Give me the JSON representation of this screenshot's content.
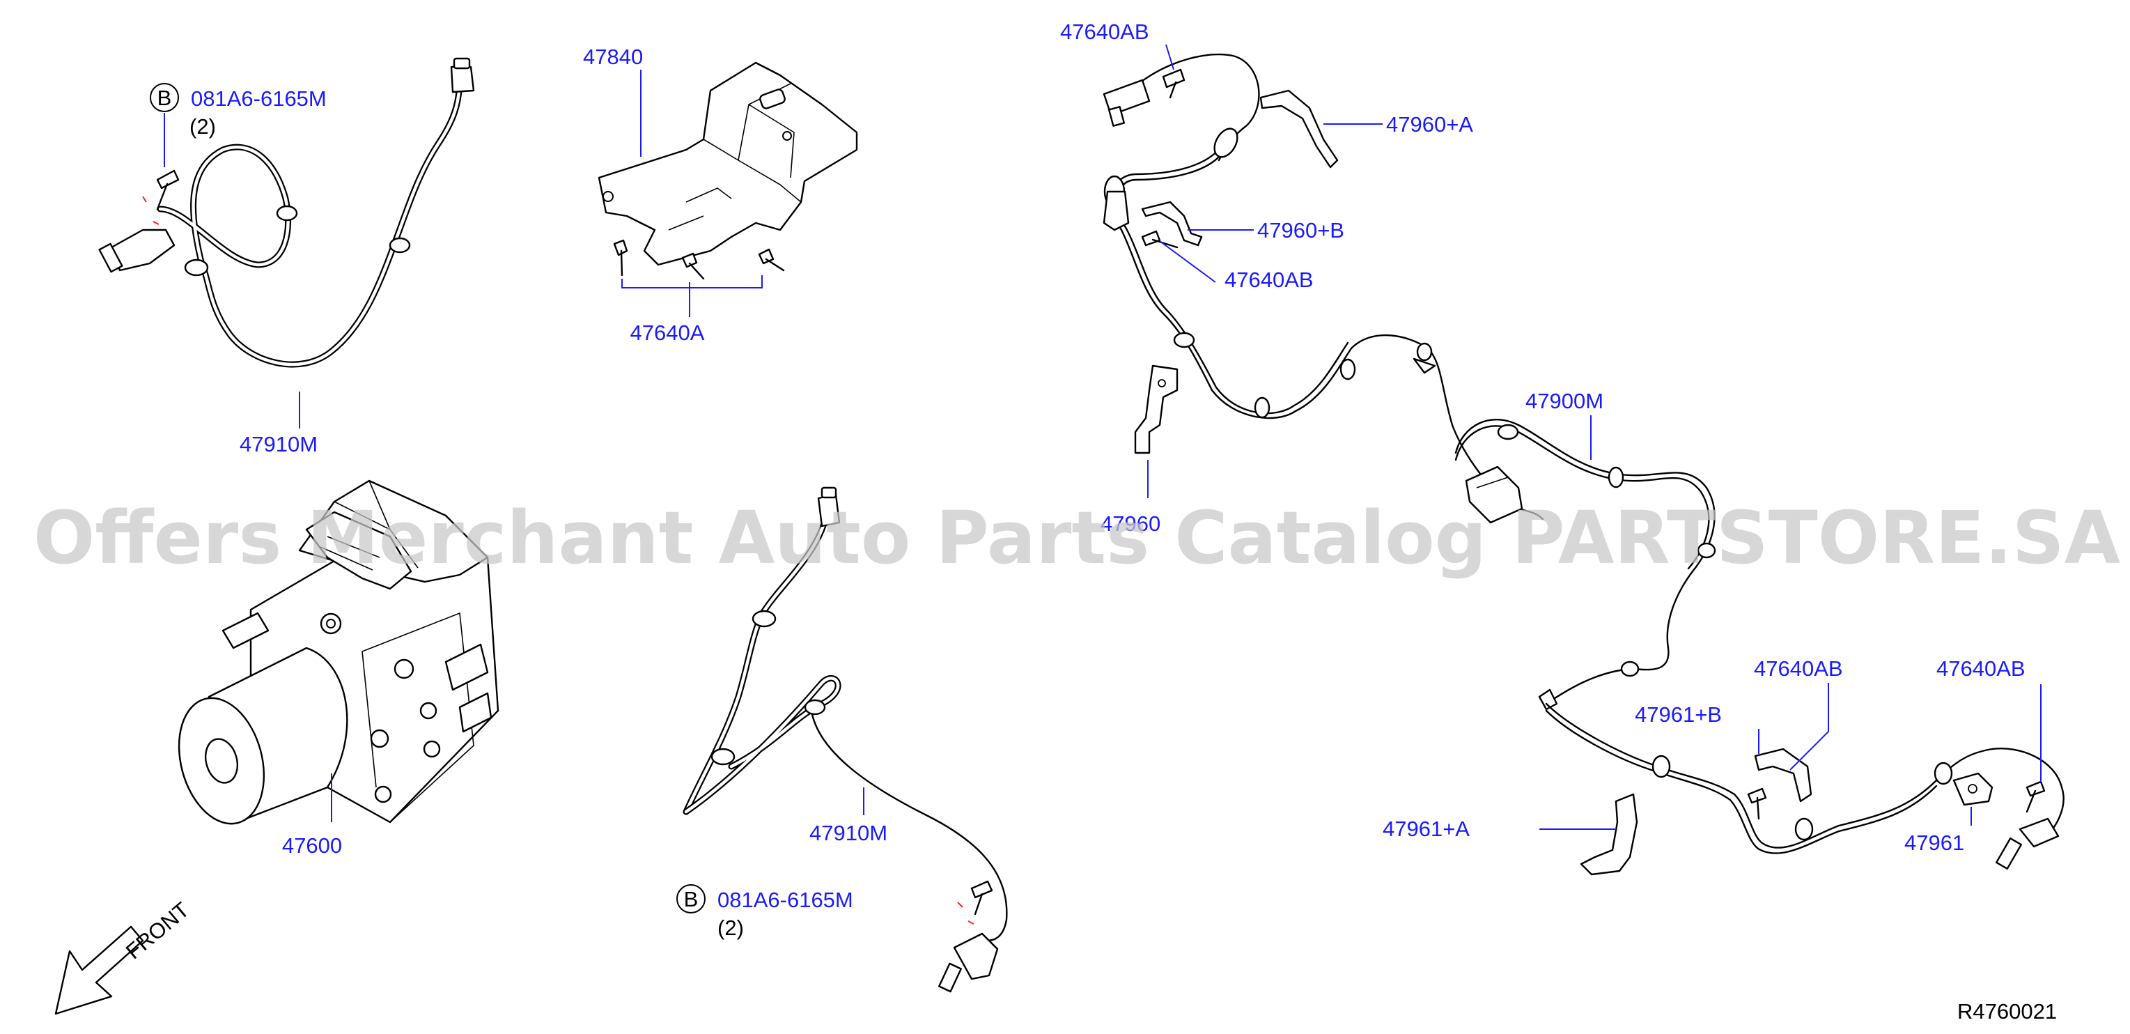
{
  "labels": {
    "p47910m_top": "47910M",
    "bolt_b_top": "081A6-6165M",
    "bolt_b_top_qty": "(2)",
    "circle_b": "B",
    "p47840": "47840",
    "p47640a": "47640A",
    "p47600": "47600",
    "p47910m_bottom": "47910M",
    "bolt_b_bottom": "081A6-6165M",
    "bolt_b_bottom_qty": "(2)",
    "front": "FRONT",
    "p47640ab_top": "47640AB",
    "p47960a": "47960+A",
    "p47960b": "47960+B",
    "p47640ab_mid": "47640AB",
    "p47960": "47960",
    "p47900m": "47900M",
    "p47640ab_right1": "47640AB",
    "p47640ab_right2": "47640AB",
    "p47961b": "47961+B",
    "p47961a": "47961+A",
    "p47961": "47961"
  },
  "watermark": "Offers Merchant Auto Parts Catalog PARTSTORE.SA",
  "reference_code": "R4760021",
  "colors": {
    "label": "#1a1aff",
    "line_art": "#000000",
    "watermark": "#c8c8c8",
    "marker": "#ff2020"
  }
}
